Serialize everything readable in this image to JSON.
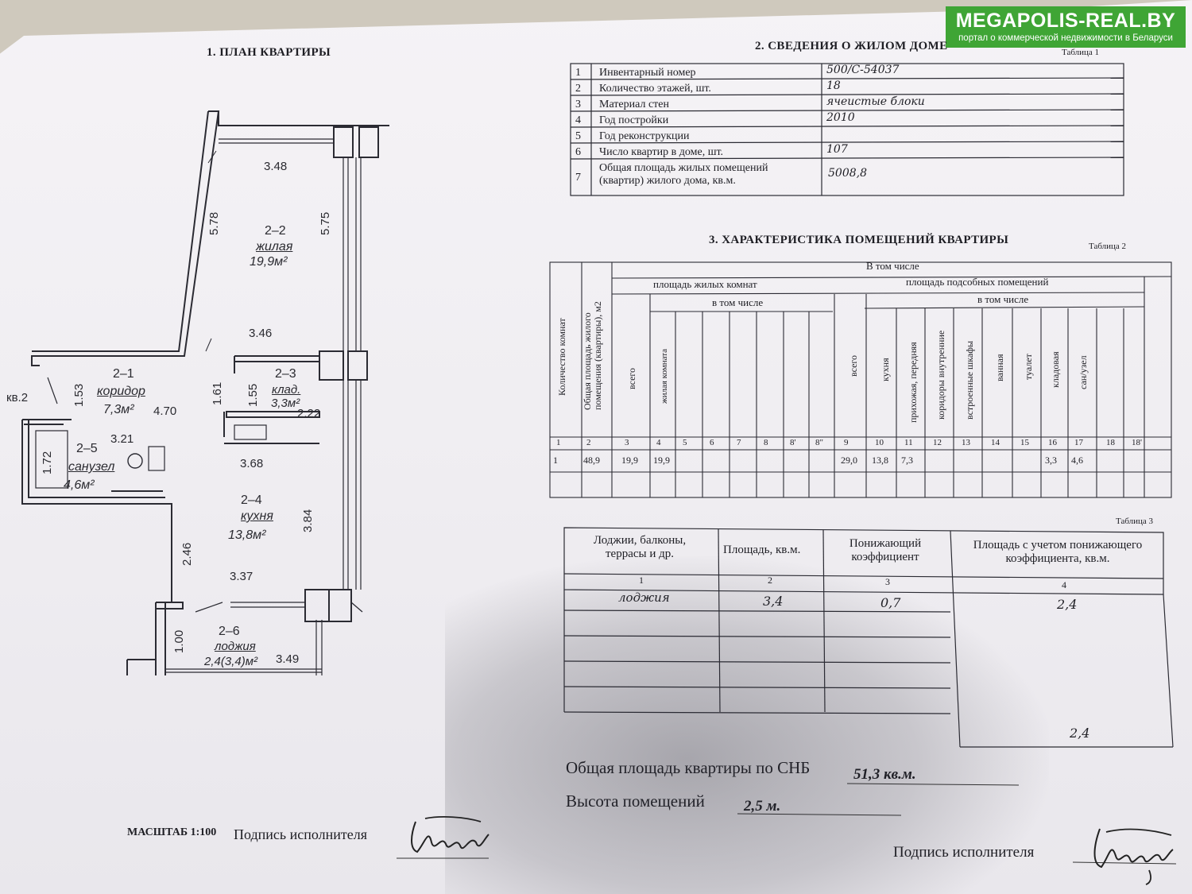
{
  "watermark": {
    "brand": "MEGAPOLIS-REAL.BY",
    "tagline": "портал о коммерческой недвижимости в Беларуси"
  },
  "plan": {
    "title": "1. ПЛАН КВАРТИРЫ",
    "neighbor": "кв.2",
    "rooms": [
      {
        "id": "2–2",
        "name": "жилая",
        "area": "19,9м²"
      },
      {
        "id": "2–1",
        "name": "коридор",
        "area": "7,3м²"
      },
      {
        "id": "2–3",
        "name": "клад.",
        "area": "3,3м²"
      },
      {
        "id": "2–5",
        "name": "санузел",
        "area": "4,6м²"
      },
      {
        "id": "2–4",
        "name": "кухня",
        "area": "13,8м²"
      },
      {
        "id": "2–6",
        "name": "лоджия",
        "area": "2,4(3,4)м²"
      }
    ],
    "dims": [
      "3.48",
      "5.78",
      "5.75",
      "3.46",
      "1.53",
      "4.70",
      "1.61",
      "1.55",
      "2.22",
      "3.21",
      "1.72",
      "3.68",
      "3.84",
      "2.46",
      "3.37",
      "1.00",
      "3.49"
    ],
    "scale": "МАСШТАБ 1:100",
    "signature_label": "Подпись исполнителя"
  },
  "building": {
    "title": "2. СВЕДЕНИЯ О ЖИЛОМ ДОМЕ",
    "caption": "Таблица 1",
    "rows": [
      {
        "n": "1",
        "label": "Инвентарный номер",
        "value": "500/С-54037"
      },
      {
        "n": "2",
        "label": "Количество этажей, шт.",
        "value": "18"
      },
      {
        "n": "3",
        "label": "Материал стен",
        "value": "ячеистые блоки"
      },
      {
        "n": "4",
        "label": "Год постройки",
        "value": "2010"
      },
      {
        "n": "5",
        "label": "Год реконструкции",
        "value": ""
      },
      {
        "n": "6",
        "label": "Число квартир в доме, шт.",
        "value": "107"
      },
      {
        "n": "7",
        "label": "Общая площадь жилых помещений (квартир) жилого дома, кв.м.",
        "value": "5008,8"
      }
    ]
  },
  "rooms_table": {
    "title": "3. ХАРАКТЕРИСТИКА ПОМЕЩЕНИЙ КВАРТИРЫ",
    "caption": "Таблица 2",
    "incl": "В том числе",
    "living_group": "площадь жилых комнат",
    "aux_group": "площадь подсобных помещений",
    "sub_incl": "в том числе",
    "col_count": "Количество комнат",
    "col_total": "Общая площадь жилого помещения (квартиры), м2",
    "col_living_total": "всего",
    "col_living_room": "жилая комната",
    "col_aux_total": "всего",
    "aux_cols": [
      "кухня",
      "прихожая, передняя",
      "коридоры внутренние",
      "встроенные шкафы",
      "ванная",
      "туалет",
      "кладовая",
      "сан/узел"
    ],
    "numbers": [
      "1",
      "2",
      "3",
      "4",
      "5",
      "6",
      "7",
      "8",
      "8'",
      "8\"",
      "9",
      "10",
      "11",
      "12",
      "13",
      "14",
      "15",
      "16",
      "17",
      "18",
      "18'"
    ],
    "values": [
      "1",
      "48,9",
      "19,9",
      "19,9",
      "",
      "",
      "",
      "",
      "",
      "",
      "29,0",
      "13,8",
      "7,3",
      "",
      "",
      "",
      "",
      "3,3",
      "4,6",
      "",
      ""
    ]
  },
  "loggia_table": {
    "caption": "Таблица 3",
    "headers": [
      "Лоджии, балконы, террасы и др.",
      "Площадь, кв.м.",
      "Понижающий коэффициент",
      "Площадь с учетом понижающего коэффициента, кв.м."
    ],
    "numbers": [
      "1",
      "2",
      "3",
      "4"
    ],
    "row": [
      "лоджия",
      "3,4",
      "0,7",
      "2,4"
    ],
    "total": "2,4"
  },
  "summary": {
    "area_label": "Общая площадь квартиры по СНБ",
    "area_value": "51,3 кв.м.",
    "height_label": "Высота помещений",
    "height_value": "2,5 м.",
    "signature_label": "Подпись исполнителя"
  }
}
